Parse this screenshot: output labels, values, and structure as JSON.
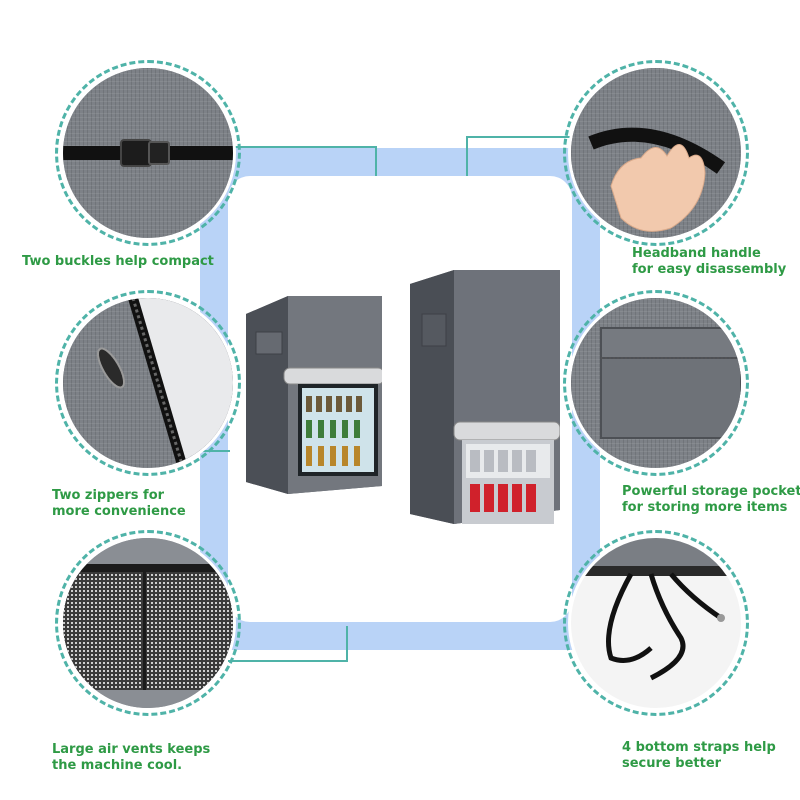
{
  "colors": {
    "accent_green": "#2e9a45",
    "teal_border": "#4fb3a8",
    "frame_blue": "#b9d3f7",
    "cover_gray": "#6f747b"
  },
  "captions": {
    "buckles": [
      "Two buckles help compact"
    ],
    "zippers": [
      "Two zippers for",
      "more convenience"
    ],
    "vents": [
      "Large air vents keeps",
      "the machine cool."
    ],
    "handle": [
      "Headband handle",
      "for easy disassembly"
    ],
    "pocket": [
      "Powerful storage pocket",
      "for storing more items"
    ],
    "straps": [
      "4 bottom straps help",
      "secure better"
    ]
  }
}
